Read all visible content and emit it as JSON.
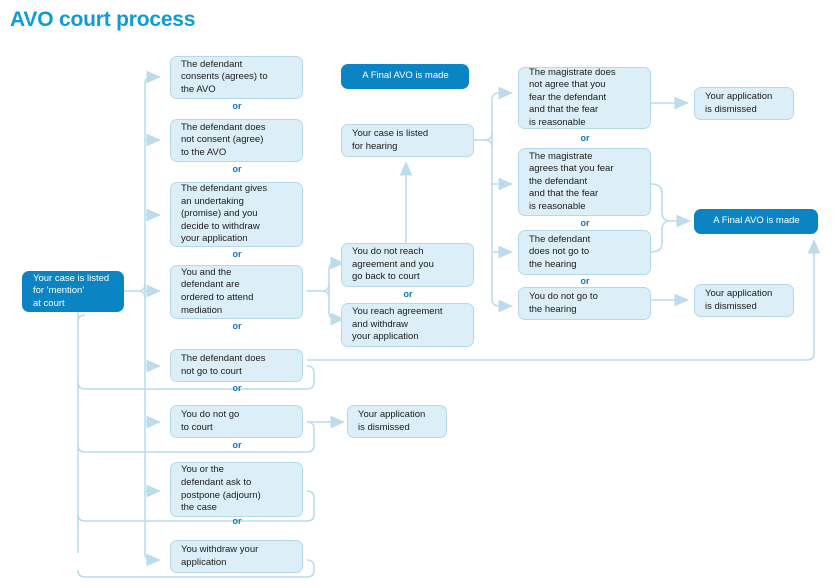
{
  "page": {
    "title": "AVO court process",
    "title_color": "#0f9bd7",
    "accent_solid": "#0b84c4",
    "node_fill": "#dceff8",
    "node_border": "#b6d9ea",
    "connector_color": "#bcdcec",
    "or_label": "or"
  },
  "nodes": {
    "start": "Your case is listed\nfor 'mention'\nat court",
    "mention_options": [
      "The defendant\nconsents (agrees) to\nthe AVO",
      "The defendant does\nnot consent (agree)\nto the AVO",
      "The defendant gives\nan undertaking\n(promise) and you\ndecide to withdraw\nyour application",
      "You and the\ndefendant are\nordered to attend\nmediation",
      "The defendant does\nnot go to court",
      "You do not go\nto court",
      "You or the\ndefendant ask to\npostpone (adjourn)\nthe case",
      "You withdraw your\napplication"
    ],
    "final_avo_top": "A Final AVO is made",
    "listed_for_hearing": "Your case is listed\nfor hearing",
    "mediation_outcomes": [
      "You do not reach\nagreement and you\ngo back to court",
      "You reach agreement\nand withdraw\nyour application"
    ],
    "hearing_outcomes": [
      "The magistrate does\nnot agree that you\nfear the defendant\nand that the fear\nis reasonable",
      "The magistrate\nagrees that you fear\nthe defendant\nand that the fear\nis reasonable",
      "The defendant\ndoes not go to\nthe hearing",
      "You do not go to\nthe hearing"
    ],
    "dismissed_top": "Your application\nis dismissed",
    "final_avo_right": "A Final AVO is made",
    "dismissed_hearing": "Your application\nis dismissed",
    "dismissed_no_court": "Your application\nis dismissed"
  },
  "or_separators": {
    "count_left": 7,
    "count_mediation": 1,
    "count_hearing": 3
  }
}
